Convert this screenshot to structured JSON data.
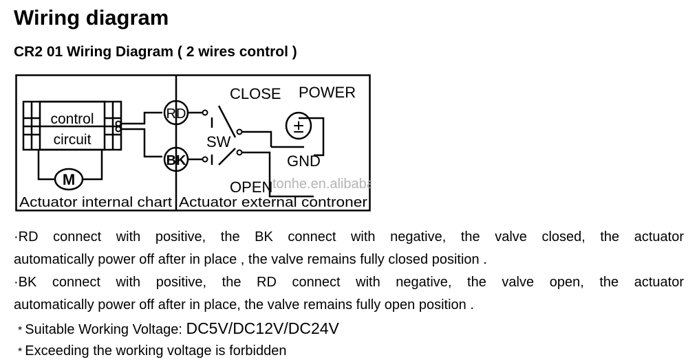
{
  "page": {
    "title": "Wiring diagram",
    "subtitle": "CR2 01 Wiring Diagram ( 2 wires control )"
  },
  "diagram": {
    "labels": {
      "close": "CLOSE",
      "power": "POWER",
      "rd": "RD",
      "bk": "BK",
      "sw": "SW",
      "gnd": "GND",
      "open": "OPEN",
      "control": "control",
      "circuit": "circuit",
      "motor": "M",
      "plus_minus": "±",
      "internal": "Actuator internal chart",
      "external": "Actuator external controner"
    },
    "watermark": "tonhe.en.alibaba.com"
  },
  "description": {
    "para1_line1": "·RD connect with positive, the BK connect with negative, the valve closed, the actuator",
    "para1_line2": "automatically power off after in place , the valve remains fully closed position .",
    "para2_line1": "·BK connect with positive, the RD connect with negative, the valve open, the actuator",
    "para2_line2": "automatically power off after in place, the valve remains fully open position .",
    "note1_label": "Suitable Working Voltage: ",
    "note1_value": "DC5V/DC12V/DC24V",
    "note2": "Exceeding the working voltage is forbidden",
    "star": "*"
  },
  "colors": {
    "line": "#000000",
    "watermark": "#b4b4b4"
  }
}
